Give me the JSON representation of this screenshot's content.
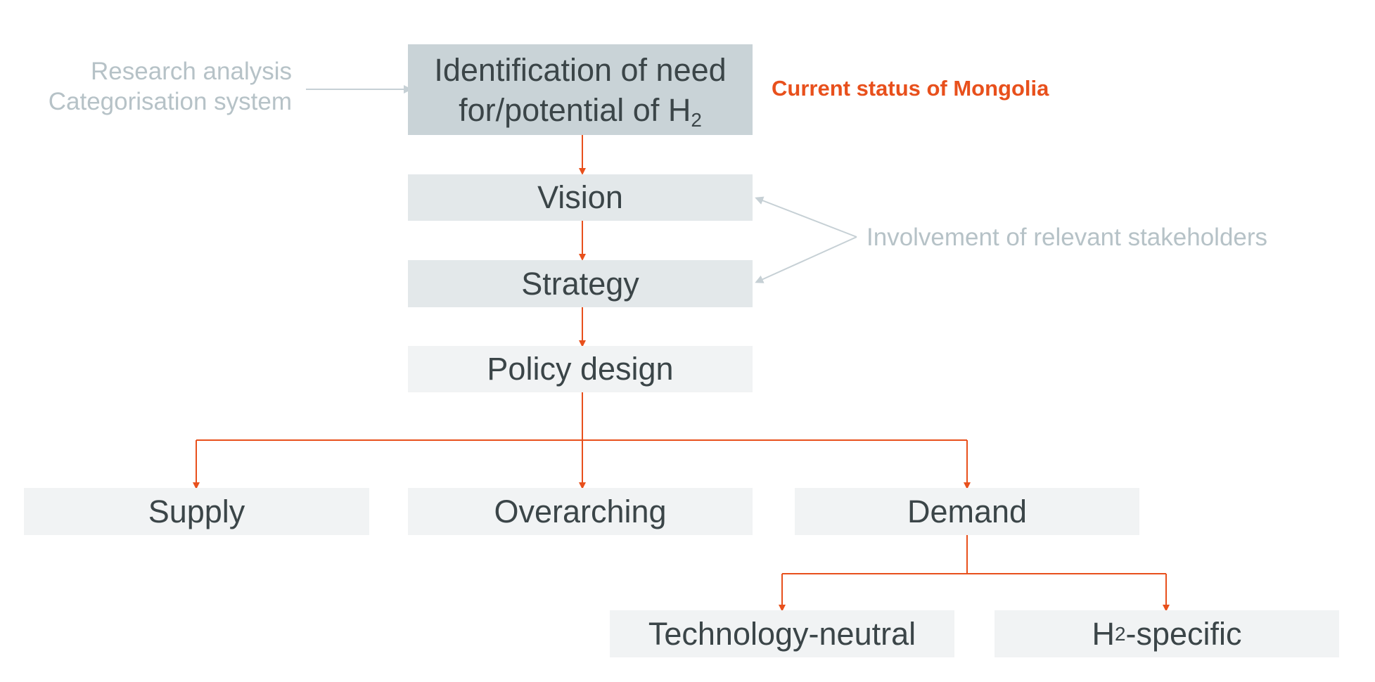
{
  "diagram": {
    "top_node": {
      "line1": "Identification of need",
      "line2_prefix": "for/potential of H",
      "line2_sub": "2"
    },
    "research_label": {
      "line1": "Research analysis",
      "line2": "Categorisation system"
    },
    "status_label": "Current status of Mongolia",
    "vision": "Vision",
    "strategy": "Strategy",
    "stakeholders_label": "Involvement of relevant stakeholders",
    "policy_design": "Policy design",
    "supply": "Supply",
    "overarching": "Overarching",
    "demand": "Demand",
    "technology_neutral": "Technology-neutral",
    "h2_specific": {
      "prefix": "H",
      "sub": "2",
      "suffix": "-specific"
    }
  },
  "colors": {
    "arrow": "#e8501c",
    "grey_arrow": "#c6d0d5",
    "status_text": "#e8501c",
    "side_text": "#b6c2c7",
    "box_top": "#c9d3d7",
    "box_mid": "#e3e8ea",
    "box_light": "#f1f3f4",
    "box_text": "#3b4548"
  }
}
